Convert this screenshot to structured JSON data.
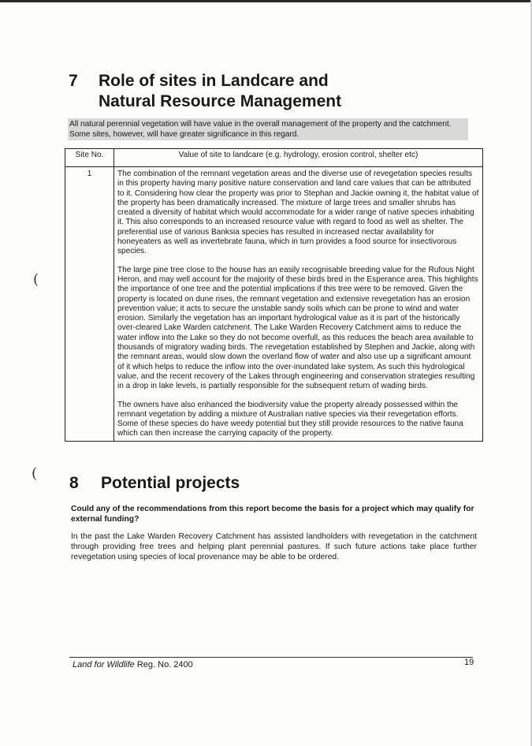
{
  "section7": {
    "number": "7",
    "title_line1": "Role of sites in Landcare and",
    "title_line2": "Natural Resource Management"
  },
  "intro": {
    "line1": "All natural perennial vegetation will have value in the overall management of the property and the catchment.",
    "line2": "Some sites, however, will have greater significance in this regard."
  },
  "table": {
    "headers": [
      "Site No.",
      "Value of site to landcare (e.g. hydrology, erosion control, shelter etc)"
    ],
    "rows": [
      {
        "site_no": "1",
        "paragraphs": [
          "The combination of the remnant vegetation areas and the diverse use of revegetation species results in this property having many positive nature conservation and land care values that can be attributed to it. Considering how clear the property was prior to Stephan and Jackie owning it, the habitat value of the property has been dramatically increased. The mixture of large trees and smaller shrubs has created a diversity of habitat which would accommodate for a wider range of native species inhabiting it. This also corresponds to an increased resource value with regard to food as well as shelter. The preferential use of various Banksia species has resulted in increased nectar availability for honeyeaters as well as invertebrate fauna, which in turn provides a food source for insectivorous species.",
          "The large pine tree close to the house has an easily recognisable breeding value for the Rufous Night Heron, and may well account for the majority of these birds bred in the Esperance area. This highlights the importance of one tree and the potential implications if this tree were to be removed. Given the property is located on dune rises, the remnant vegetation and extensive revegetation has an erosion prevention value; it acts to secure the unstable sandy soils which can be prone to wind and water erosion. Similarly the vegetation has an important hydrological value as it is part of the historically over-cleared Lake Warden catchment. The Lake Warden Recovery Catchment aims to reduce the water inflow into the Lake so they do not become overfull, as this reduces the beach area available to thousands of migratory wading birds. The revegetation established by Stephen and Jackie, along with the remnant areas, would slow down the overland flow of water and also use up a significant amount of it which helps to reduce the inflow into the over-inundated lake system. As such this hydrological value, and the recent recovery of the Lakes through engineering and conservation strategies resulting in a drop in lake levels, is partially responsible for the subsequent return of wading birds.",
          "The owners have also enhanced the biodiversity value the property already possessed within the remnant vegetation by adding a mixture of Australian native species via their revegetation efforts. Some of these species do have weedy potential but they still provide resources to the native fauna which can then increase the carrying capacity of the property."
        ]
      }
    ]
  },
  "margin_marks": [
    "(",
    "("
  ],
  "section8": {
    "number": "8",
    "title": "Potential projects",
    "question": "Could any of the recommendations from this report become the basis for a project which may qualify for external funding?",
    "paragraph": "In the past the Lake Warden Recovery Catchment has assisted landholders with revegetation in the catchment through providing free trees and helping plant perennial pastures. If such future actions take place further revegetation using species of local provenance may be able to be ordered."
  },
  "footer": {
    "program_italic": "Land for Wildlife",
    "reg": " Reg. No. 2400",
    "page_number": "19"
  }
}
